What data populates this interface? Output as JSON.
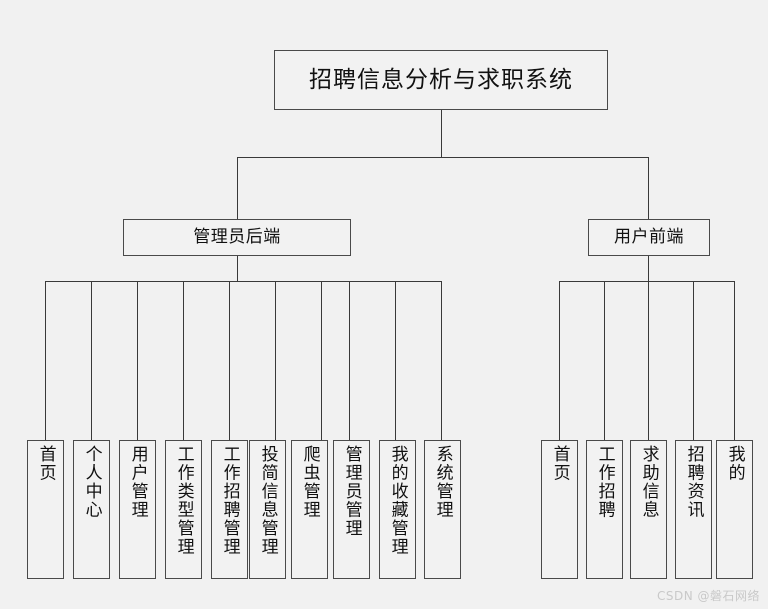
{
  "diagram": {
    "title": "招聘信息分析与求职系统",
    "type": "tree",
    "root": {
      "label": "招聘信息分析与求职系统"
    },
    "branches": [
      {
        "id": "admin",
        "label": "管理员后端",
        "leaves": [
          {
            "label": "首页"
          },
          {
            "label": "个人中心"
          },
          {
            "label": "用户管理"
          },
          {
            "label": "工作类型管理"
          },
          {
            "label": "工作招聘管理"
          },
          {
            "label": "投简信息管理"
          },
          {
            "label": "爬虫管理"
          },
          {
            "label": "管理员管理"
          },
          {
            "label": "我的收藏管理"
          },
          {
            "label": "系统管理"
          }
        ]
      },
      {
        "id": "user",
        "label": "用户前端",
        "leaves": [
          {
            "label": "首页"
          },
          {
            "label": "工作招聘"
          },
          {
            "label": "求助信息"
          },
          {
            "label": "招聘资讯"
          },
          {
            "label": "我的"
          }
        ]
      }
    ],
    "colors": {
      "background": "#f1f1f1",
      "box_fill": "#f2f2f2",
      "box_border": "#4a4a4a",
      "line": "#3a3a3a",
      "text": "#111111",
      "watermark": "#c9c9c9"
    }
  },
  "watermark": {
    "text": "CSDN @磐石网络"
  }
}
